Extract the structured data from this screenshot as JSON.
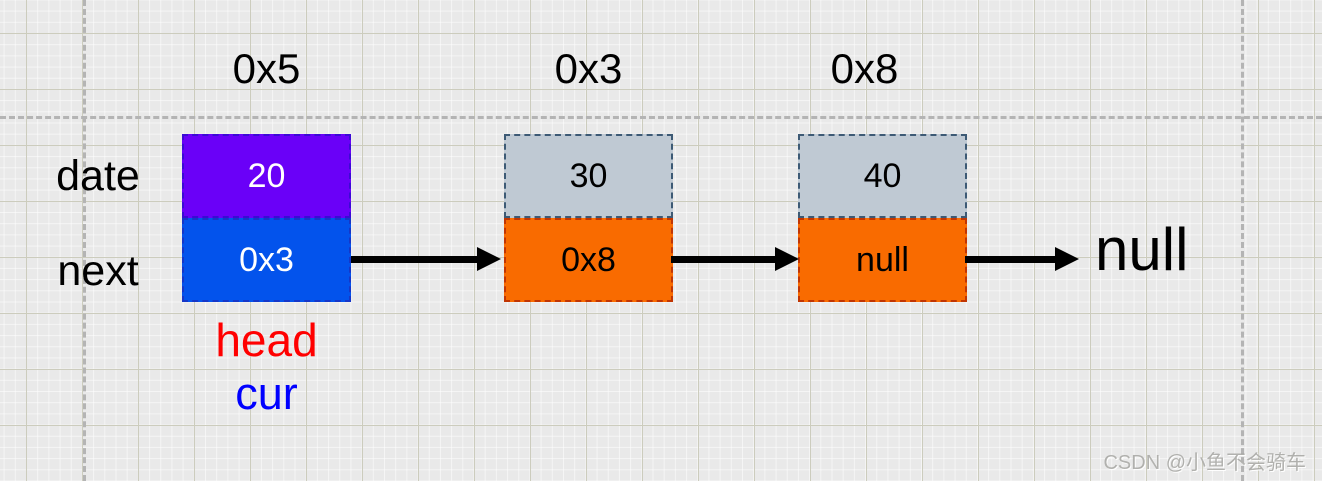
{
  "diagram": {
    "type": "singly-linked-list",
    "row_labels": {
      "data": "date",
      "next": "next"
    },
    "nodes": [
      {
        "address": "0x5",
        "data": "20",
        "next": "0x3"
      },
      {
        "address": "0x3",
        "data": "30",
        "next": "0x8"
      },
      {
        "address": "0x8",
        "data": "40",
        "next": "null"
      }
    ],
    "terminal_label": "null",
    "pointer_labels": {
      "head": "head",
      "cur": "cur"
    },
    "colors": {
      "head_node_data_fill": "#6a00f8",
      "head_node_next_fill": "#0353ec",
      "node_data_fill": "#bfc9d3",
      "node_next_fill": "#f96b00",
      "head_label": "#ff0000",
      "cur_label": "#0000ff",
      "arrow": "#000000",
      "grid_major_line": "#ccccbd",
      "guide_dash": "#b4b4b4"
    }
  },
  "watermark": {
    "text": "CSDN @小鱼不会骑车"
  }
}
